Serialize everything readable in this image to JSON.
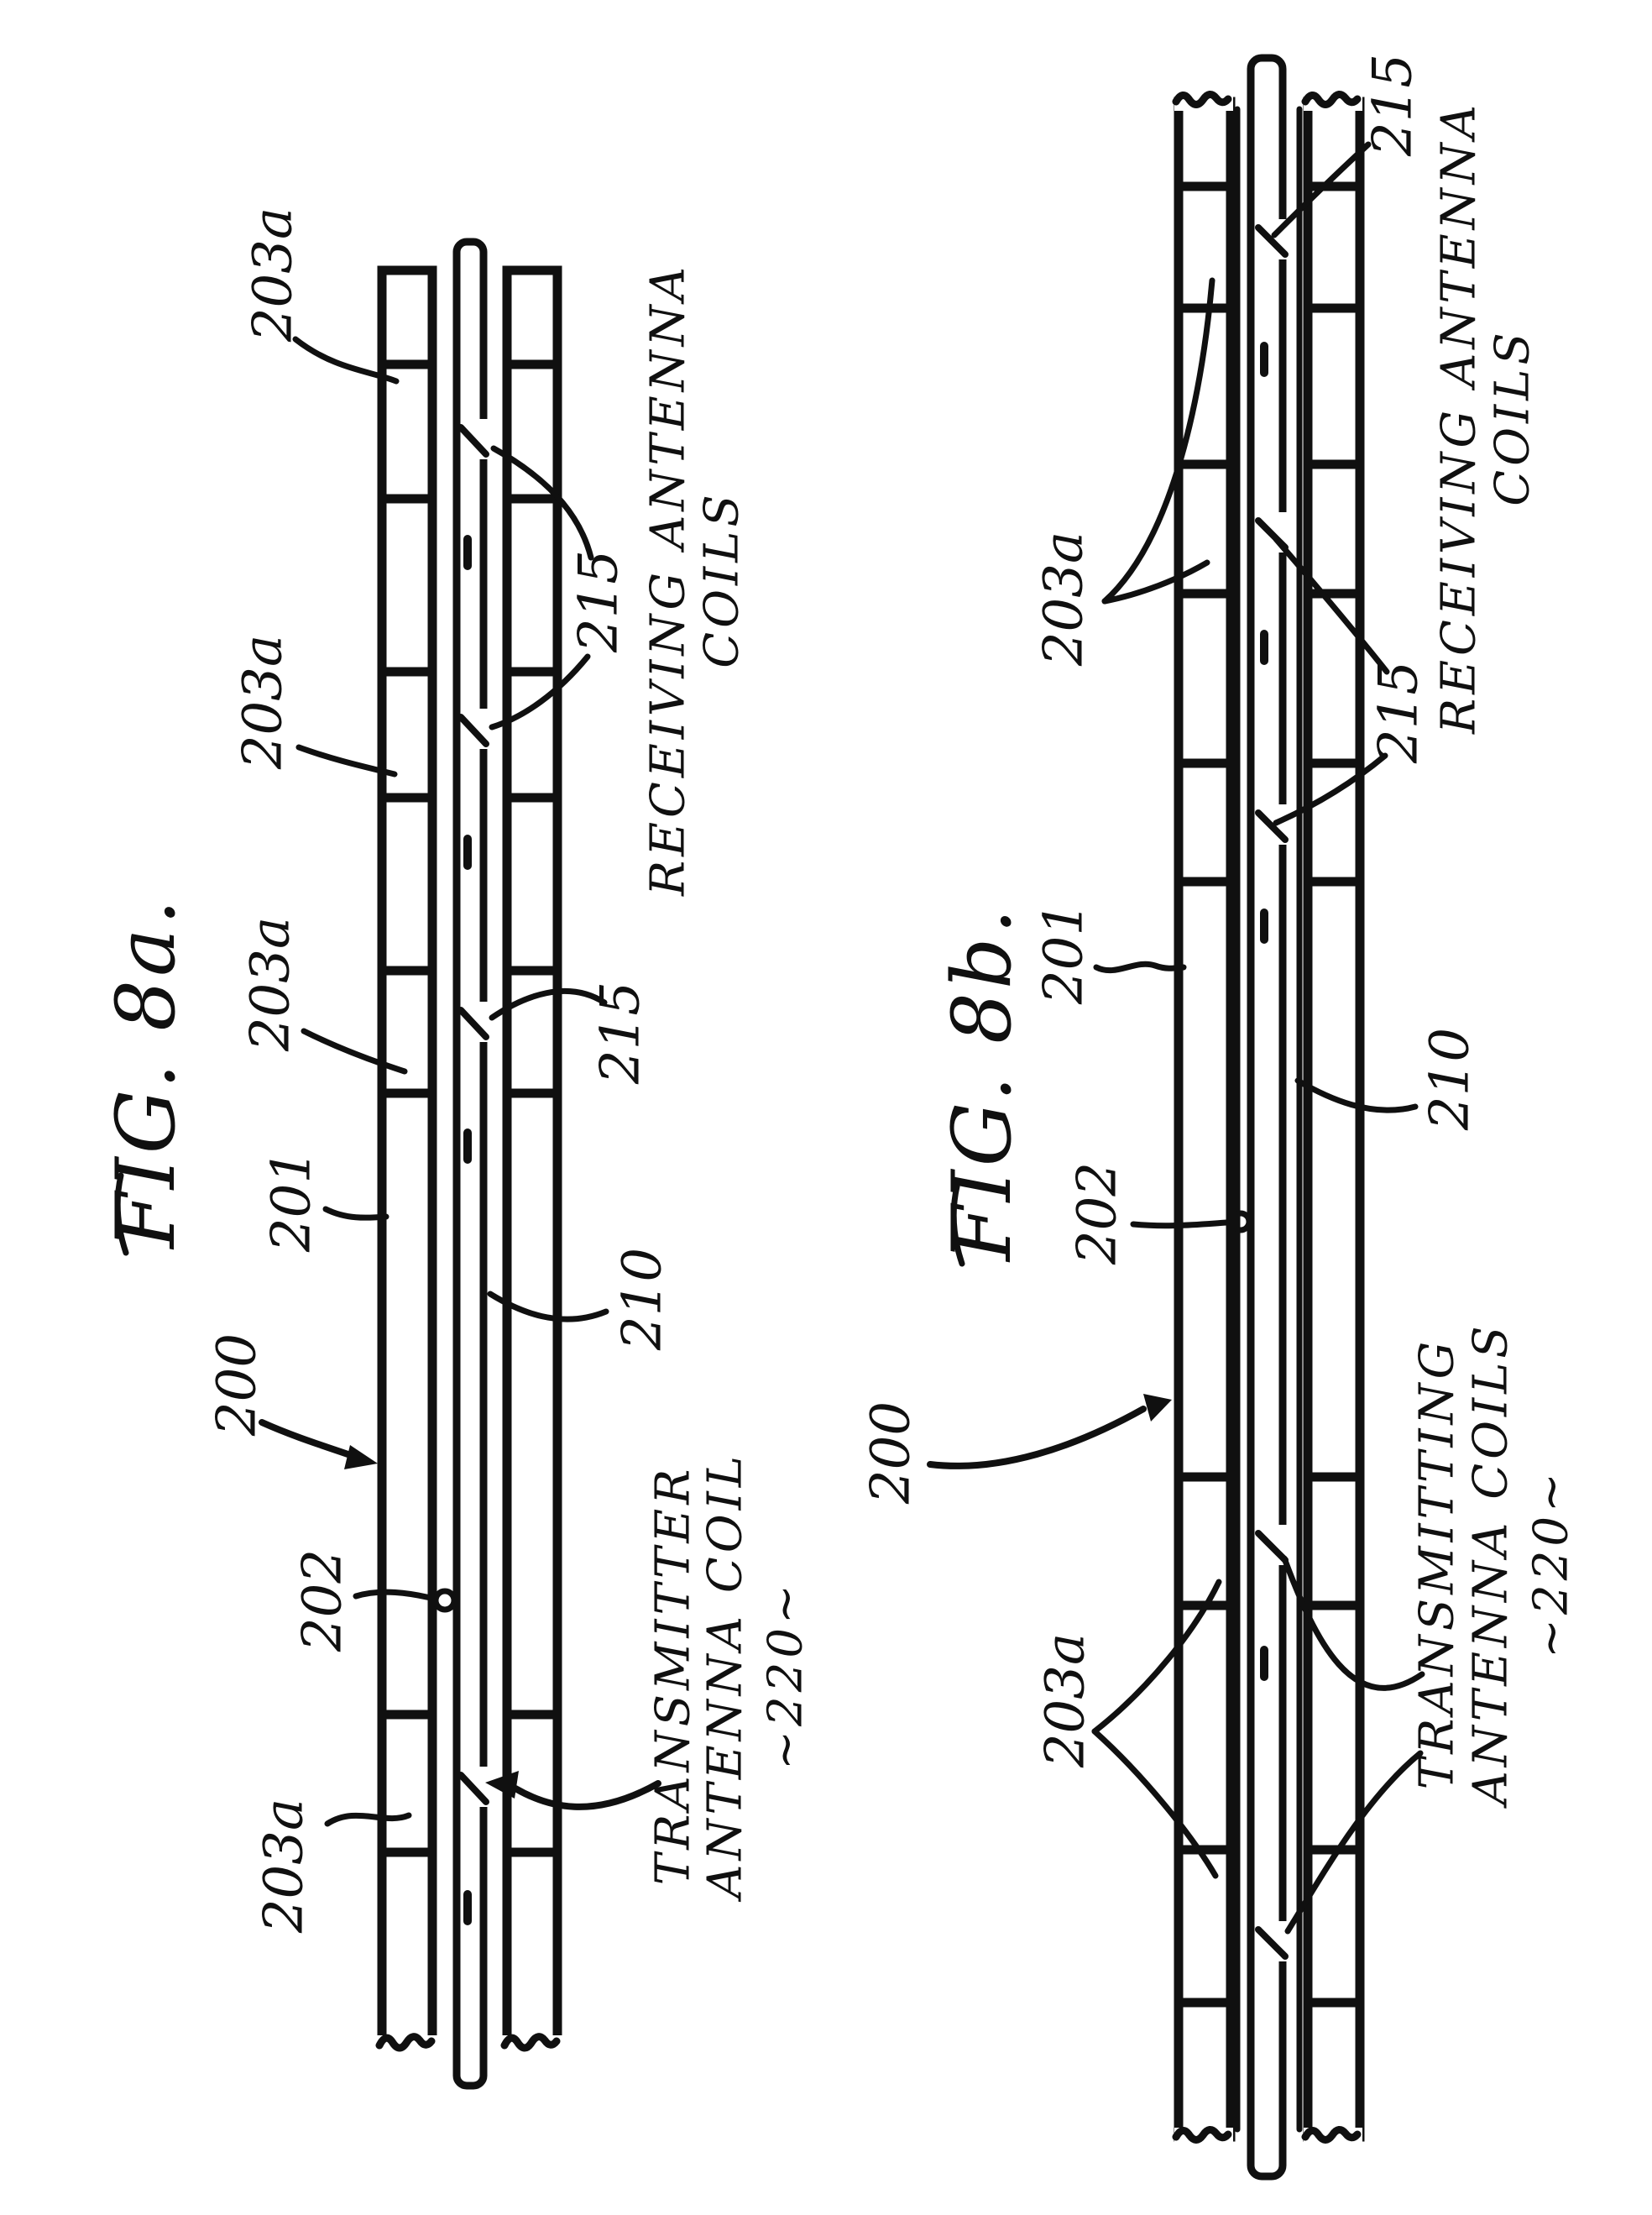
{
  "page": {
    "background": "#ffffff",
    "ink_color": "#101010",
    "type": "patent-figure-sheet"
  },
  "fig_a": {
    "title": "FIG. 8a.",
    "refs": {
      "r200": "200",
      "r201": "201",
      "r202": "202",
      "r203a": "203a",
      "r210": "210",
      "r215": "215"
    },
    "captions": {
      "receiving_line1": "RECEIVING ANTENNA",
      "receiving_line2": "COILS",
      "transmitter_line1": "TRANSMITTER",
      "transmitter_line2": "ANTENNA COIL",
      "transmitter_line3": "~220~"
    }
  },
  "fig_b": {
    "title": "FIG. 8b.",
    "refs": {
      "r200": "200",
      "r201": "201",
      "r202": "202",
      "r203a": "203a",
      "r210": "210",
      "r215": "215"
    },
    "captions": {
      "receiving_line1": "RECEIVING ANTENNA",
      "receiving_line2": "COILS",
      "transmitting_line1": "TRANSMITTING",
      "transmitting_line2": "ANTENNA COILS",
      "transmitting_line3": "~220~"
    }
  }
}
